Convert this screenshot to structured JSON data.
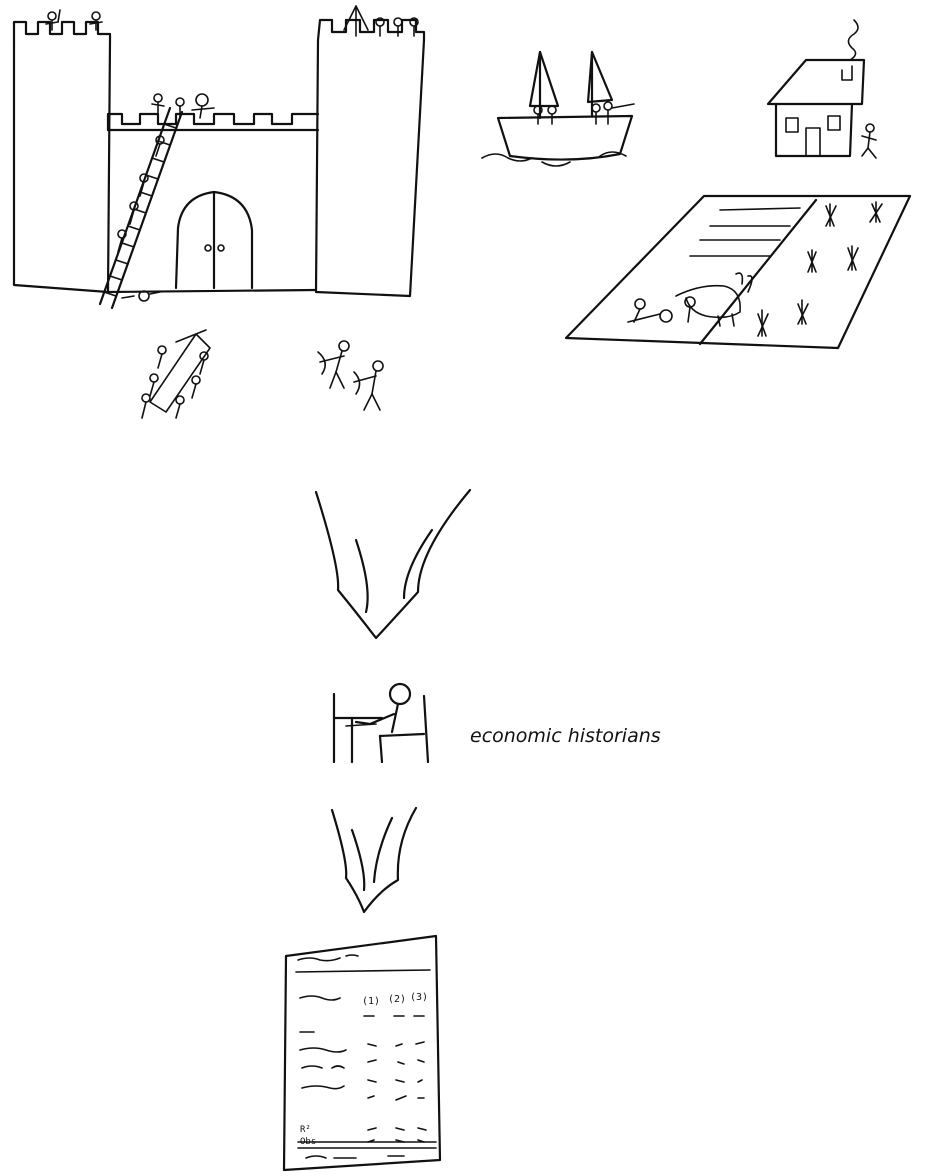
{
  "labels": {
    "economists": "economic historians"
  },
  "table": {
    "columns": [
      "(1)",
      "(2)",
      "(3)"
    ],
    "stat_rows": [
      "R²",
      "Obs"
    ]
  },
  "colors": {
    "ink": "#111111",
    "paper": "#ffffff"
  }
}
